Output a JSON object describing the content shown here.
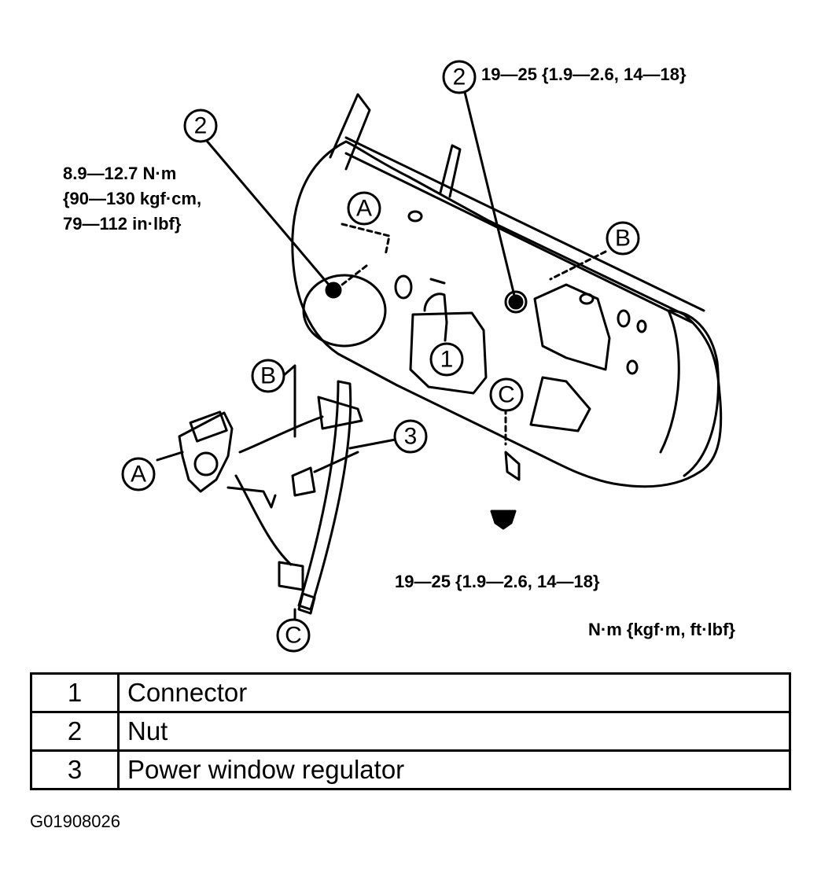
{
  "callouts": {
    "nut_left": "2",
    "nut_right": "2",
    "connector": "1",
    "regulator": "3",
    "ref_a_door": "A",
    "ref_a_motor": "A",
    "ref_b_door": "B",
    "ref_b_reg": "B",
    "ref_c_door": "C",
    "ref_c_reg": "C"
  },
  "torque": {
    "left_line1": "8.9—12.7 N·m",
    "left_line2": "{90—130 kgf·cm,",
    "left_line3": "79—112 in·lbf}",
    "top_right": "19—25 {1.9—2.6, 14—18}",
    "bottom": "19—25 {1.9—2.6, 14—18}",
    "units": "N·m {kgf·m, ft·lbf}"
  },
  "legend": [
    {
      "num": "1",
      "desc": "Connector"
    },
    {
      "num": "2",
      "desc": "Nut"
    },
    {
      "num": "3",
      "desc": "Power window regulator"
    }
  ],
  "figure_id": "G01908026"
}
